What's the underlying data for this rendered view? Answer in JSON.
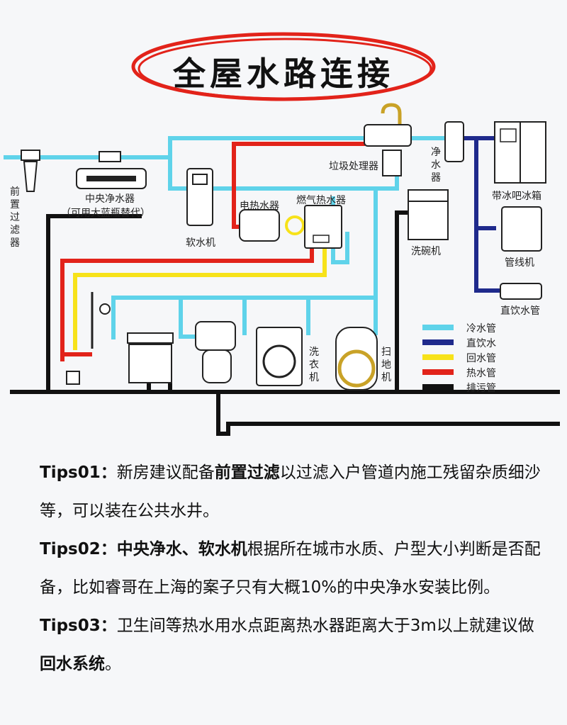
{
  "title": "全屋水路连接",
  "labels": {
    "prefilter": "前置过滤器",
    "central_purifier": "中央净水器",
    "central_purifier_note": "（可用大蓝瓶替代）",
    "softener": "软水机",
    "electric_heater": "电热水器",
    "gas_heater": "燃气热水器",
    "disposer": "垃圾处理器",
    "water_purifier": "净水器",
    "dishwasher": "洗碗机",
    "fridge": "带冰吧冰箱",
    "pipeline_machine": "管线机",
    "direct_tap": "直饮水管",
    "washer": "洗衣机",
    "robot_vacuum": "扫地机"
  },
  "legend": [
    {
      "label": "冷水管",
      "color": "#5fd3ea"
    },
    {
      "label": "直饮水",
      "color": "#1f2a8c"
    },
    {
      "label": "回水管",
      "color": "#f7e21a"
    },
    {
      "label": "热水管",
      "color": "#e2231a"
    },
    {
      "label": "排污管",
      "color": "#111111"
    }
  ],
  "colors": {
    "cold": "#5fd3ea",
    "direct": "#1f2a8c",
    "return": "#f7e21a",
    "hot": "#e2231a",
    "drain": "#111111",
    "title_ring": "#e2231a"
  },
  "tips": [
    {
      "id": "Tips01：",
      "parts": [
        {
          "text": "新房建议配备",
          "bold": false
        },
        {
          "text": "前置过滤",
          "bold": true
        },
        {
          "text": "以过滤入户管道内施工残留杂质细沙等，可以装在公共水井。",
          "bold": false
        }
      ]
    },
    {
      "id": "Tips02：",
      "parts": [
        {
          "text": "中央净水、软水机",
          "bold": true
        },
        {
          "text": "根据所在城市水质、户型大小判断是否配备，比如睿哥在上海的案子只有大概10%的中央净水安装比例。",
          "bold": false
        }
      ]
    },
    {
      "id": "Tips03：",
      "parts": [
        {
          "text": "卫生间等热水用水点距离热水器距离大于3m以上就建议做",
          "bold": false
        },
        {
          "text": "回水系统",
          "bold": true
        },
        {
          "text": "。",
          "bold": false
        }
      ]
    }
  ]
}
